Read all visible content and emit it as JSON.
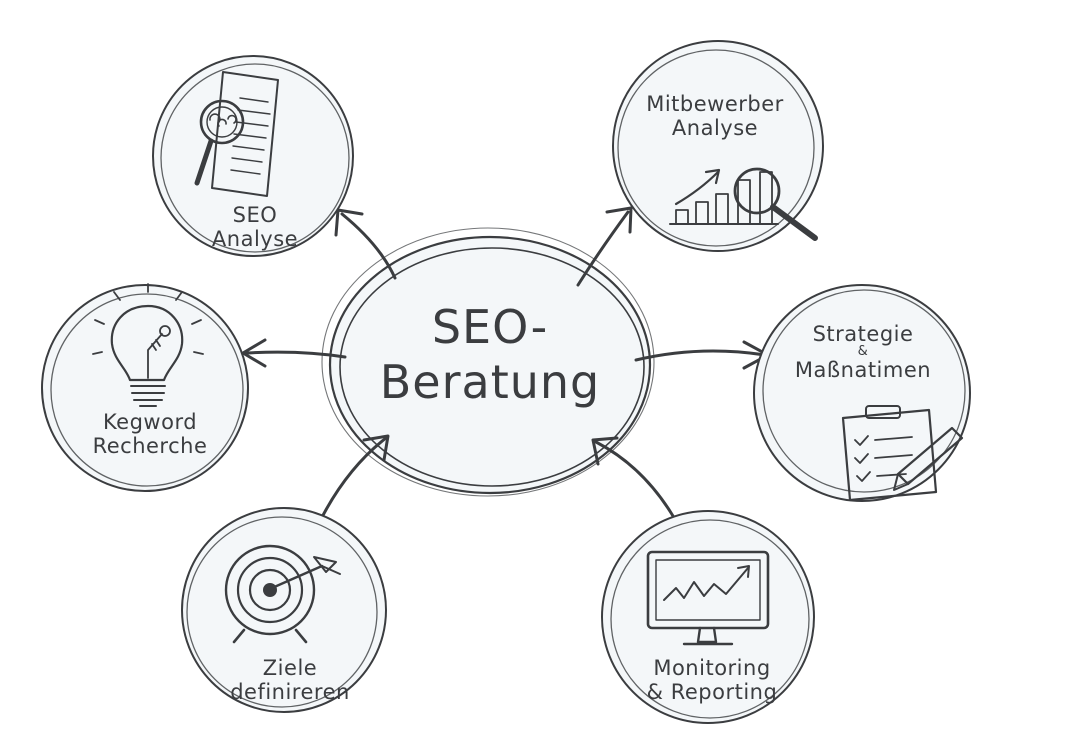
{
  "center": {
    "line1": "SEO-",
    "line2": "Beratung"
  },
  "nodes": {
    "seo_analyse": {
      "line1": "SEO",
      "line2": "Analyse",
      "icon": "document-magnifier-icon"
    },
    "mitbewerber": {
      "line1": "Mitbewerber",
      "line2": "Analyse",
      "icon": "bar-chart-magnifier-icon"
    },
    "keyword": {
      "line1": "Kegword",
      "line2": "Recherche",
      "icon": "lightbulb-icon"
    },
    "strategie": {
      "line1": "Strategie",
      "line2": "&",
      "line3": "Maßnatimen",
      "icon": "clipboard-checklist-icon"
    },
    "ziele": {
      "line1": "Ziele",
      "line2": "definireren",
      "icon": "target-arrow-icon"
    },
    "monitoring": {
      "line1": "Monitoring",
      "line2": "& Reporting",
      "icon": "monitor-chart-icon"
    }
  },
  "colors": {
    "ink": "#3b3d40",
    "circle_fill": "#f4f7f9",
    "background": "#ffffff"
  }
}
